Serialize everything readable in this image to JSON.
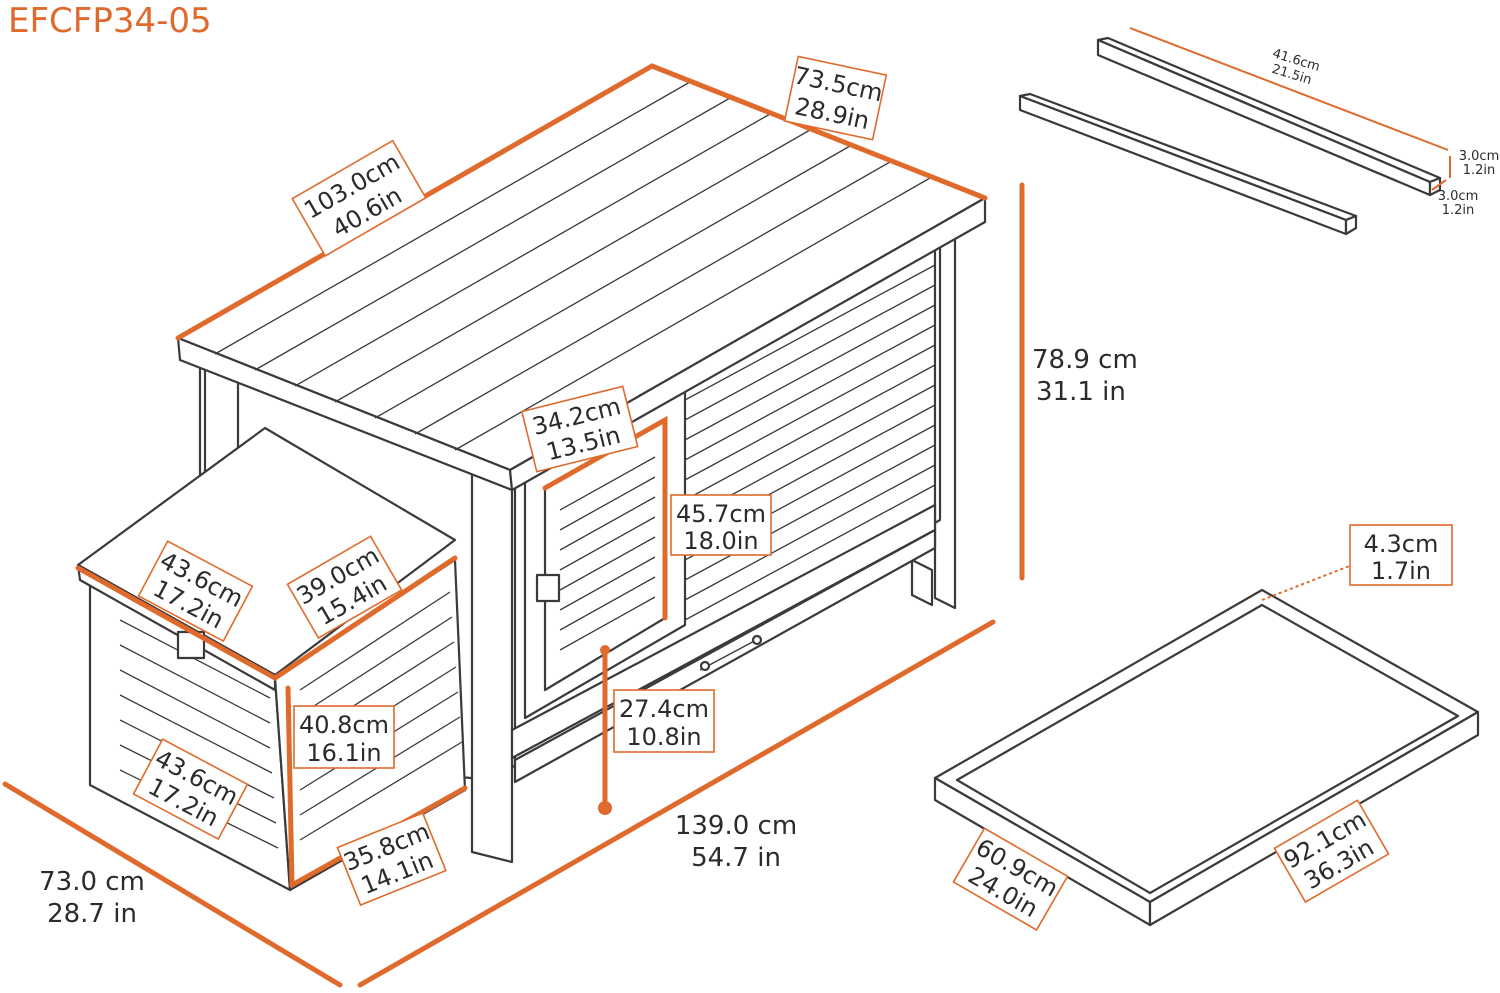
{
  "model": "EFCFP34-05",
  "colors": {
    "accent": "#e06a2c",
    "outline": "#3a3a3a",
    "text": "#2b2b2b"
  },
  "dimensions": {
    "roof_depth": {
      "cm": "73.5cm",
      "in": "28.9in"
    },
    "roof_length": {
      "cm": "103.0cm",
      "in": "40.6in"
    },
    "total_height": {
      "cm": "78.9 cm",
      "in": "31.1 in"
    },
    "door_width": {
      "cm": "34.2cm",
      "in": "13.5in"
    },
    "door_height": {
      "cm": "45.7cm",
      "in": "18.0in"
    },
    "nest_lid_width": {
      "cm": "43.6cm",
      "in": "17.2in"
    },
    "nest_lid_depth": {
      "cm": "39.0cm",
      "in": "15.4in"
    },
    "nest_height": {
      "cm": "40.8cm",
      "in": "16.1in"
    },
    "nest_front_width": {
      "cm": "43.6cm",
      "in": "17.2in"
    },
    "nest_depth": {
      "cm": "35.8cm",
      "in": "14.1in"
    },
    "leg_clearance": {
      "cm": "27.4cm",
      "in": "10.8in"
    },
    "total_length": {
      "cm": "139.0 cm",
      "in": "54.7 in"
    },
    "total_depth": {
      "cm": "73.0 cm",
      "in": "28.7 in"
    },
    "bar_length": {
      "cm": "41.6cm",
      "in": "21.5in"
    },
    "bar_height": {
      "cm": "3.0cm",
      "in": "1.2in"
    },
    "bar_width": {
      "cm": "3.0cm",
      "in": "1.2in"
    },
    "tray_height": {
      "cm": "4.3cm",
      "in": "1.7in"
    },
    "tray_width": {
      "cm": "60.9cm",
      "in": "24.0in"
    },
    "tray_length": {
      "cm": "92.1cm",
      "in": "36.3in"
    }
  }
}
